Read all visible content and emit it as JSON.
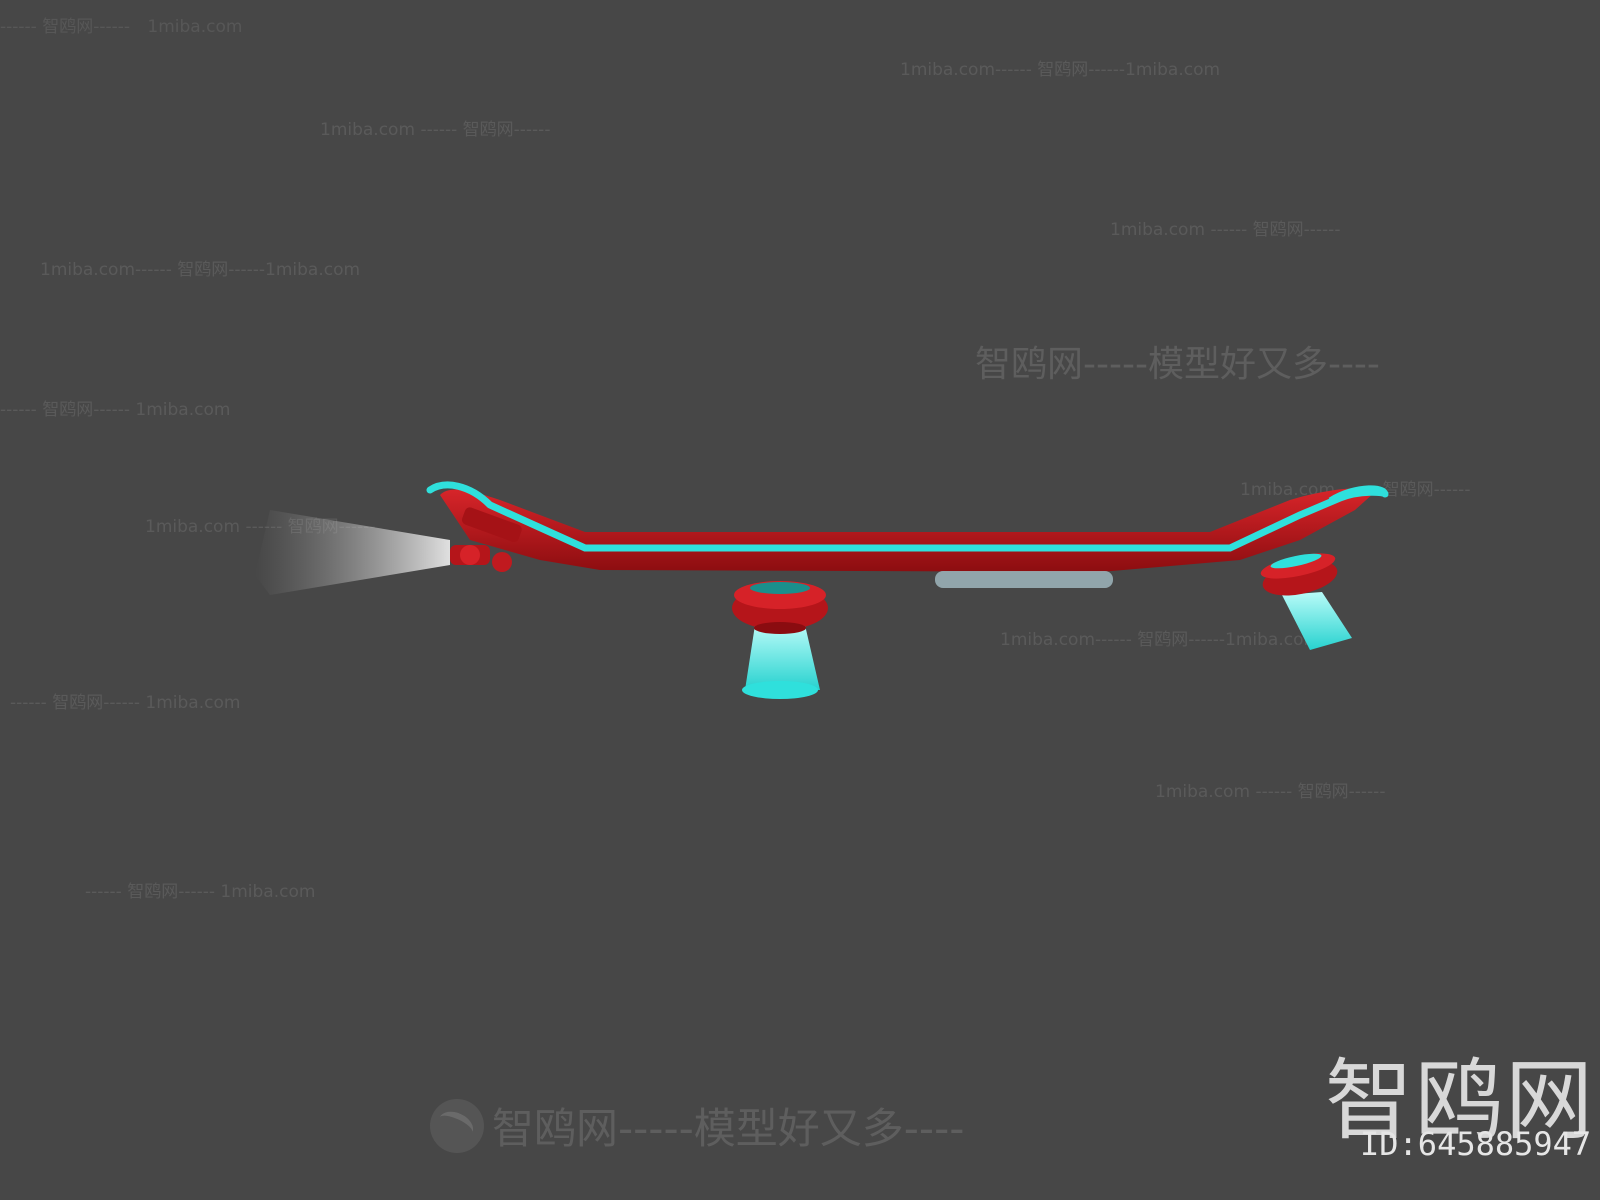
{
  "watermark": {
    "site_cn": "智鸥网",
    "site_url": "1miba.com",
    "slogan": "智鸥网-----模型好又多----",
    "dash_site": "------ 智鸥网------",
    "site_dash_url": "1miba.com------ 智鸥网------1miba.com"
  },
  "footer": {
    "slogan": "智鸥网-----模型好又多----"
  },
  "brand": {
    "logo_text": "智鸥网",
    "id_label": "ID:645885947"
  },
  "colors": {
    "background": "#474747",
    "board": "#c41a1a",
    "board_dark": "#8e0f10",
    "neon": "#2fe0dc",
    "headlight": "#d9d9d9"
  },
  "scene": {
    "object": "hoverboard"
  }
}
